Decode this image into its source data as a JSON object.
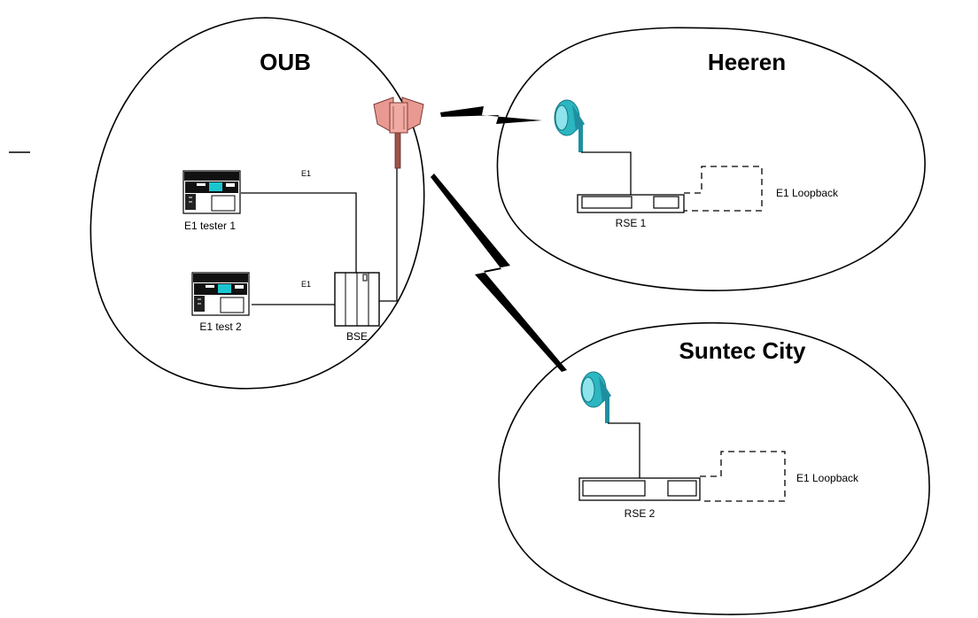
{
  "sites": {
    "oub": {
      "title": "OUB"
    },
    "heeren": {
      "title": "Heeren"
    },
    "suntec": {
      "title": "Suntec City"
    }
  },
  "devices": {
    "tester1": "E1 tester 1",
    "tester2": "E1 test 2",
    "bse": "BSE",
    "rse1": "RSE 1",
    "rse2": "RSE 2"
  },
  "links": {
    "e1_top": "E1",
    "e1_bottom": "E1",
    "loopback_heeren": "E1 Loopback",
    "loopback_suntec": "E1 Loopback"
  },
  "colors": {
    "tester_screen": "#19c6cf",
    "antenna_panel": "#e89a92",
    "antenna_mast": "#a0524a",
    "dish": "#2bb6c0",
    "dish_stand": "#1f8fa0"
  },
  "icons": {
    "tester": "e1-tester-icon",
    "bse": "bse-cabinet-icon",
    "antenna": "sector-antenna-icon",
    "dish": "microwave-dish-icon",
    "radio_link": "lightning-link-icon"
  }
}
